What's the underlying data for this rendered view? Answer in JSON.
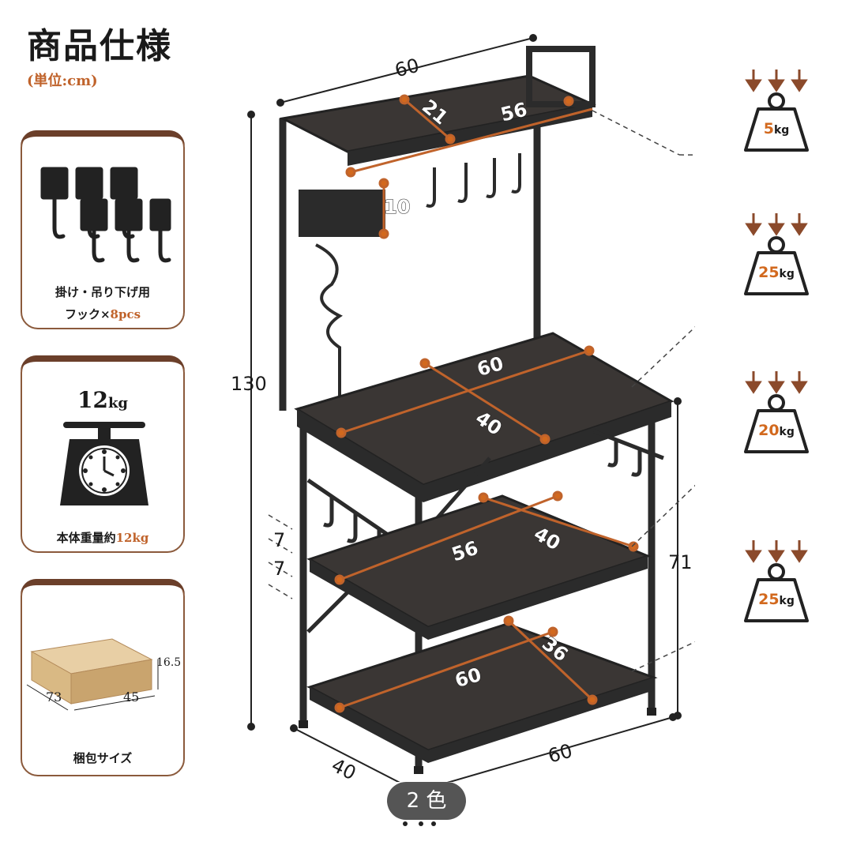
{
  "header": {
    "title": "商品仕様",
    "unit": "(単位:cm)"
  },
  "cards": {
    "hooks": {
      "line1": "掛け・吊り下げ用",
      "line2_prefix": "フック×",
      "line2_count": "8pcs"
    },
    "weight": {
      "scale_value": "12",
      "scale_unit": "kg",
      "caption_prefix": "本体重量約",
      "caption_value": "12kg"
    },
    "package": {
      "dim_h": "16.5",
      "dim_l": "73",
      "dim_w": "45",
      "caption": "梱包サイズ"
    }
  },
  "dimensions": {
    "top_width": "60",
    "total_height": "130",
    "shelf_depth_top": "21",
    "shelf_width_top": "56",
    "hook_bar": "10",
    "main_width": "60",
    "main_depth": "40",
    "gap_1": "7",
    "gap_2": "7",
    "mid_width": "56",
    "mid_depth": "40",
    "lower_height": "71",
    "bottom_width": "60",
    "bottom_depth": "36",
    "base_depth": "40",
    "base_width": "60"
  },
  "load_capacities": [
    {
      "value": "5",
      "unit": "kg"
    },
    {
      "value": "25",
      "unit": "kg"
    },
    {
      "value": "20",
      "unit": "kg"
    },
    {
      "value": "25",
      "unit": "kg"
    }
  ],
  "color_badge": {
    "label": "2 色"
  },
  "colors": {
    "accent": "#c0632b",
    "frame": "#2b2b2b",
    "wood": "#3a3634",
    "card_border": "#8b5a3c"
  }
}
